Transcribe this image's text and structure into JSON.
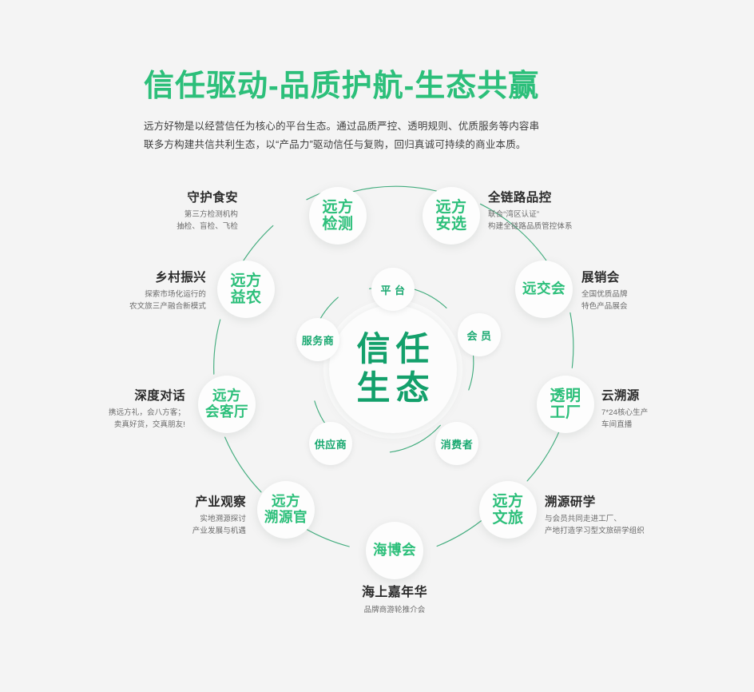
{
  "header": {
    "title": "信任驱动-品质护航-生态共赢",
    "subtitle_line1": "远方好物是以经营信任为核心的平台生态。通过品质严控、透明规则、优质服务等内容串",
    "subtitle_line2": "联多方构建共信共利生态，以“产品力”驱动信任与复购，回归真诚可持续的商业本质。"
  },
  "colors": {
    "background": "#f4f4f4",
    "title_green": "#2cbf7a",
    "core_green": "#13a06b",
    "node_green": "#2cbf7a",
    "inner_green": "#1aa971",
    "heading_dark": "#2b2b2b",
    "sub_gray": "#6b6b6b",
    "ring_stroke": "#3aa978"
  },
  "center": {
    "line1": "信任",
    "line2": "生态"
  },
  "inner_nodes": [
    {
      "label": "平 台",
      "angle": -90
    },
    {
      "label": "会 员",
      "angle": -28
    },
    {
      "label": "消费者",
      "angle": 40
    },
    {
      "label": "供应商",
      "angle": 140
    },
    {
      "label": "服务商",
      "angle": -152
    }
  ],
  "outer_nodes": [
    {
      "node_line1": "远方",
      "node_line2": "检测",
      "heading": "守护食安",
      "sub_line1": "第三方检测机构",
      "sub_line2": "抽检、盲检、飞检",
      "side": "left"
    },
    {
      "node_line1": "远方",
      "node_line2": "安选",
      "heading": "全链路品控",
      "sub_line1": "联合“湾区认证”",
      "sub_line2": "构建全链路品质管控体系",
      "side": "right"
    },
    {
      "node_line1": "远交会",
      "node_line2": "",
      "heading": "展销会",
      "sub_line1": "全国优质品牌",
      "sub_line2": "特色产品展会",
      "side": "right"
    },
    {
      "node_line1": "透明",
      "node_line2": "工厂",
      "heading": "云溯源",
      "sub_line1": "7*24核心生产",
      "sub_line2": "车间直播",
      "side": "right"
    },
    {
      "node_line1": "远方",
      "node_line2": "文旅",
      "heading": "溯源研学",
      "sub_line1": "与会员共同走进工厂、",
      "sub_line2": "产地打造学习型文旅研学组织",
      "side": "right"
    },
    {
      "node_line1": "海博会",
      "node_line2": "",
      "heading": "海上嘉年华",
      "sub_line1": "品牌商游轮推介会",
      "sub_line2": "",
      "side": "bottom"
    },
    {
      "node_line1": "远方",
      "node_line2": "溯源官",
      "heading": "产业观察",
      "sub_line1": "实地溯源探讨",
      "sub_line2": "产业发展与机遇",
      "side": "left"
    },
    {
      "node_line1": "远方",
      "node_line2": "会客厅",
      "heading": "深度对话",
      "sub_line1": "携远方礼，会八方客；",
      "sub_line2": "卖真好货，交真朋友!",
      "side": "left"
    },
    {
      "node_line1": "远方",
      "node_line2": "益农",
      "heading": "乡村振兴",
      "sub_line1": "探索市场化运行的",
      "sub_line2": "农文旅三产融合新模式",
      "side": "left"
    }
  ]
}
